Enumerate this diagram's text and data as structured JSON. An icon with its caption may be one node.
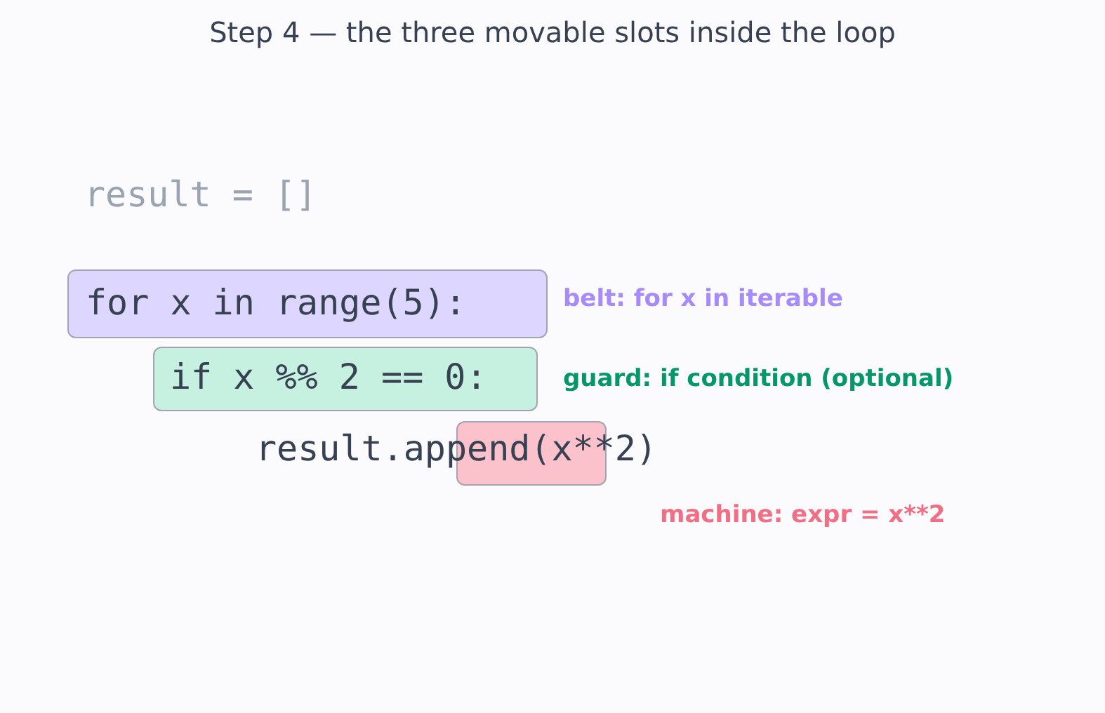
{
  "diagram": {
    "title": "Step 4 — the three movable slots inside the loop",
    "nodes": [
      {
        "text": [
          "for x in range(5):"
        ],
        "beside": [
          "belt: for x in iterable"
        ]
      },
      {
        "text": [
          "if x %% 2 == 0:"
        ],
        "beside": [
          "guard: if condition (optional)"
        ]
      },
      {
        "text": [],
        "shape": "box",
        "beside": [
          "machine: expr = x**2"
        ]
      }
    ],
    "labels": [
      "result = []",
      "result.append(x**2)"
    ]
  }
}
